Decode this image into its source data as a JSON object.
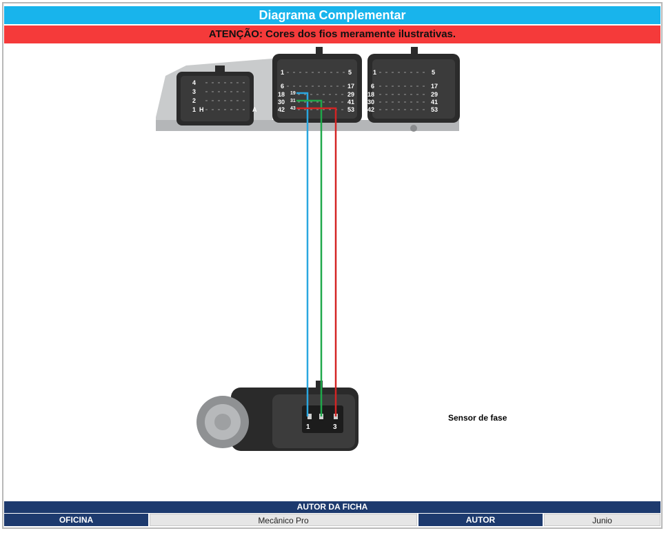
{
  "header": {
    "title": "Diagrama Complementar",
    "warning": "ATENÇÃO: Cores dos fios meramente ilustrativas."
  },
  "ecu": {
    "left_connector_pins": [
      "4",
      "3",
      "2",
      "1",
      "H",
      "A"
    ],
    "mid_connector_pins": [
      "1",
      "5",
      "6",
      "17",
      "18",
      "19",
      "29",
      "30",
      "31",
      "41",
      "42",
      "43",
      "53"
    ],
    "right_connector_pins": [
      "1",
      "5",
      "6",
      "17",
      "18",
      "29",
      "30",
      "41",
      "42",
      "53"
    ]
  },
  "sensor": {
    "label": "Sensor de fase",
    "pin_labels": [
      "1",
      "3"
    ]
  },
  "wires": [
    {
      "color": "#2aa7e0"
    },
    {
      "color": "#1fa84a"
    },
    {
      "color": "#d42424"
    }
  ],
  "footer": {
    "heading": "AUTOR DA FICHA",
    "oficina_label": "OFICINA",
    "oficina_value": "Mecânico Pro",
    "autor_label": "AUTOR",
    "autor_value": "Junio"
  }
}
